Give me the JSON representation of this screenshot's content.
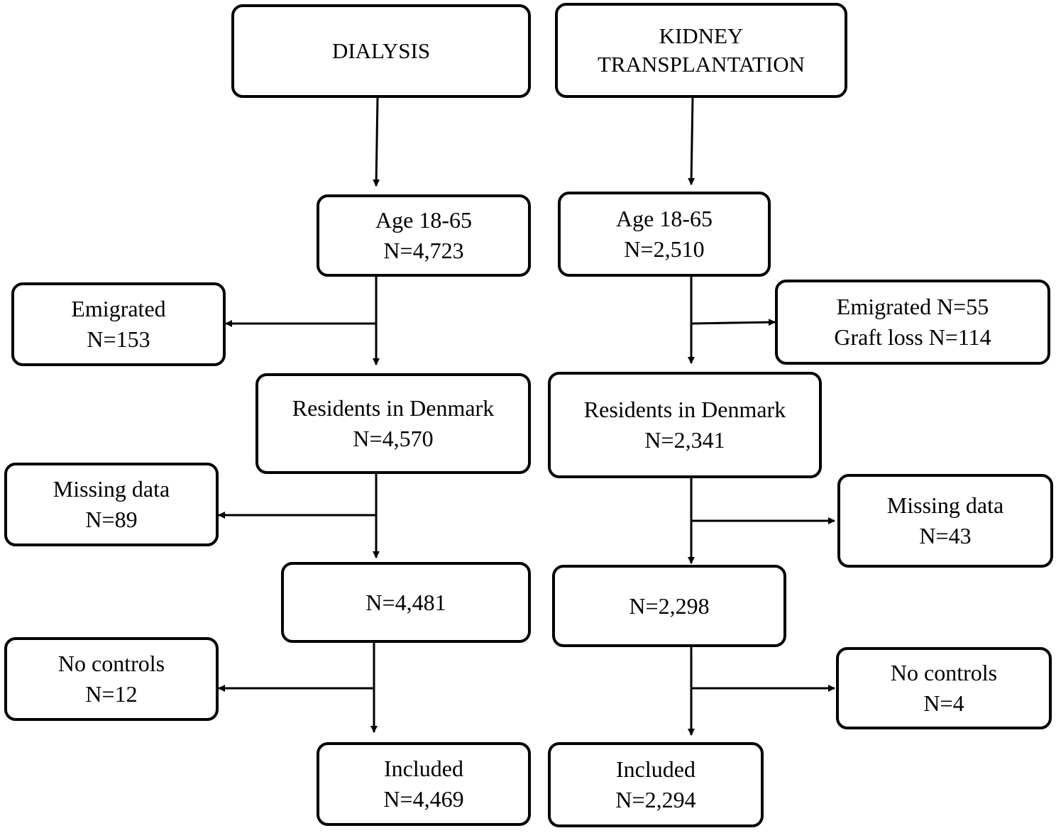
{
  "dialysis": {
    "header": [
      "DIALYSIS"
    ],
    "age": [
      "Age 18-65",
      "N=4,723"
    ],
    "excl_emigrated": [
      "Emigrated",
      "N=153"
    ],
    "residents": [
      "Residents in Denmark",
      "N=4,570"
    ],
    "excl_missing": [
      "Missing data",
      "N=89"
    ],
    "after_missing": [
      "N=4,481"
    ],
    "excl_controls": [
      "No controls",
      "N=12"
    ],
    "included": [
      "Included",
      "N=4,469"
    ]
  },
  "transplant": {
    "header": [
      "KIDNEY",
      "TRANSPLANTATION"
    ],
    "age": [
      "Age 18-65",
      "N=2,510"
    ],
    "excl_emigrated": [
      "Emigrated N=55",
      "Graft loss N=114"
    ],
    "residents": [
      "Residents in Denmark",
      "N=2,341"
    ],
    "excl_missing": [
      "Missing data",
      "N=43"
    ],
    "after_missing": [
      "N=2,298"
    ],
    "excl_controls": [
      "No controls",
      "N=4"
    ],
    "included": [
      "Included",
      "N=2,294"
    ]
  }
}
